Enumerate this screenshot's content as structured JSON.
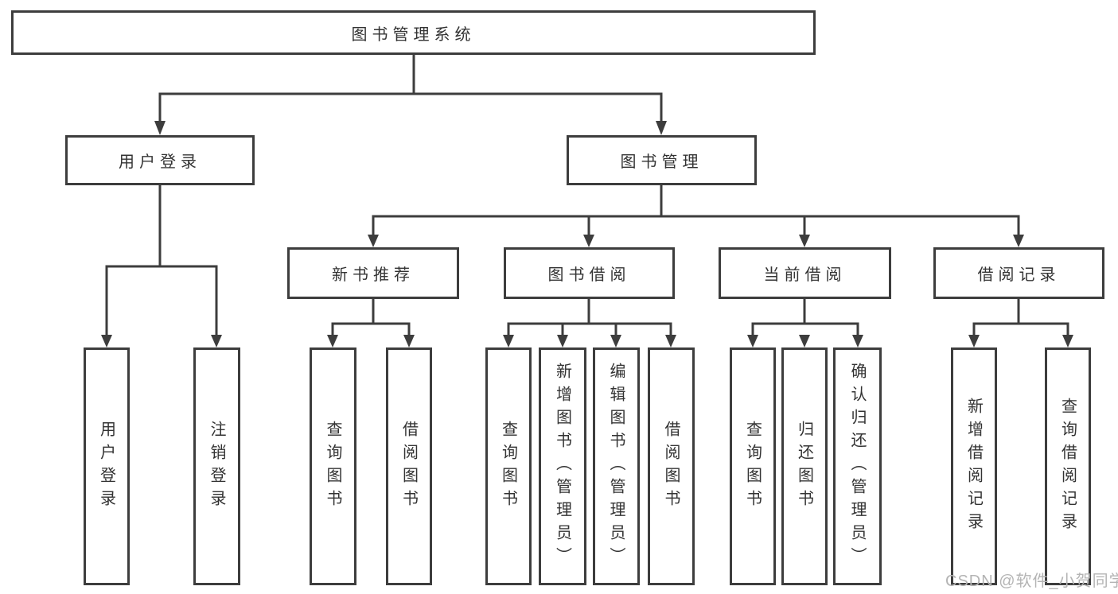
{
  "tree": {
    "label": "图书管理系统",
    "children": [
      {
        "label": "用户登录",
        "children": [
          {
            "label": "用户登录"
          },
          {
            "label": "注销登录"
          }
        ]
      },
      {
        "label": "图书管理",
        "children": [
          {
            "label": "新书推荐",
            "children": [
              {
                "label": "查询图书"
              },
              {
                "label": "借阅图书"
              }
            ]
          },
          {
            "label": "图书借阅",
            "children": [
              {
                "label": "查询图书"
              },
              {
                "label": "新增图书（管理员）"
              },
              {
                "label": "编辑图书（管理员）"
              },
              {
                "label": "借阅图书"
              }
            ]
          },
          {
            "label": "当前借阅",
            "children": [
              {
                "label": "查询图书"
              },
              {
                "label": "归还图书"
              },
              {
                "label": "确认归还（管理员）"
              }
            ]
          },
          {
            "label": "借阅记录",
            "children": [
              {
                "label": "新增借阅记录"
              },
              {
                "label": "查询借阅记录"
              }
            ]
          }
        ]
      }
    ]
  },
  "watermark": "CSDN @软件_小贺同学",
  "colors": {
    "line": "#3d3d3d",
    "box_border": "#3d3d3d",
    "box_fill": "#ffffff",
    "text": "#333333",
    "watermark": "#b4b4b4",
    "background": "#ffffff"
  }
}
